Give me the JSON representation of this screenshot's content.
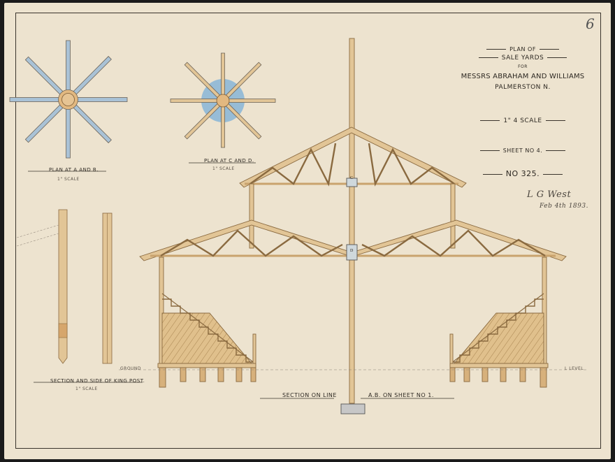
{
  "title_block": {
    "line1": "Plan of",
    "line2": "Sale Yards",
    "line3": "for",
    "line4": "Messrs Abraham and Williams",
    "line5": "Palmerston N.",
    "scale": "1\" 4 Scale",
    "sheet": "Sheet No 4.",
    "number": "No 325."
  },
  "signature": {
    "name": "L G West",
    "date": "Feb 4th 1893."
  },
  "page_number": "6",
  "labels": {
    "plan_ab": "Plan at A and B.",
    "plan_ab_scale": "1\" Scale",
    "plan_cd": "Plan at C and D.",
    "plan_cd_scale": "1\" Scale",
    "king_post": "Section and Side of King Post.",
    "king_post_scale": "1\" Scale",
    "section": "Section on line",
    "section_ref": "A.B. on Sheet No 1.",
    "ground_left": "Ground",
    "ground_right": "L Level",
    "marker_c": "C",
    "marker_d": "D"
  },
  "colors": {
    "paper": "#ede3cf",
    "timber": "#e2c596",
    "timber_edge": "#8a6a40",
    "blue_wash": "#8fb3cc",
    "ink": "#3a342c"
  }
}
